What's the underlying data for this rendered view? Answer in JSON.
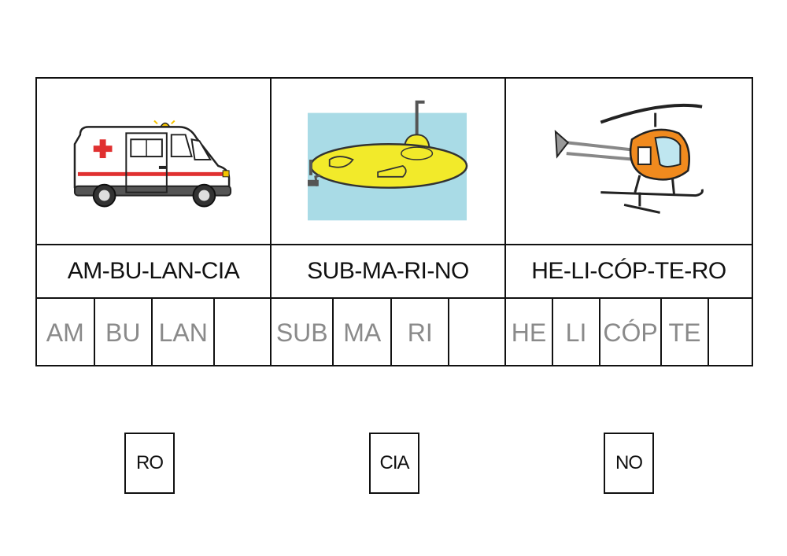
{
  "columns": [
    {
      "image": "ambulance-icon",
      "word": "AM-BU-LAN-CIA",
      "syllables": [
        "AM",
        "BU",
        "LAN",
        ""
      ]
    },
    {
      "image": "submarine-icon",
      "word": "SUB-MA-RI-NO",
      "syllables": [
        "SUB",
        "MA",
        "RI",
        ""
      ]
    },
    {
      "image": "helicopter-icon",
      "word": "HE-LI-CÓP-TE-RO",
      "syllables": [
        "HE",
        "LI",
        "CÓP",
        "TE",
        ""
      ]
    }
  ],
  "pieces": [
    "RO",
    "CIA",
    "NO"
  ],
  "colors": {
    "border": "#111111",
    "syllable_text": "#8a8a8a",
    "ambulance_red": "#e03030",
    "submarine_yellow": "#f2ea2a",
    "water": "#a9dbe6",
    "helicopter_orange": "#f08a1e"
  }
}
